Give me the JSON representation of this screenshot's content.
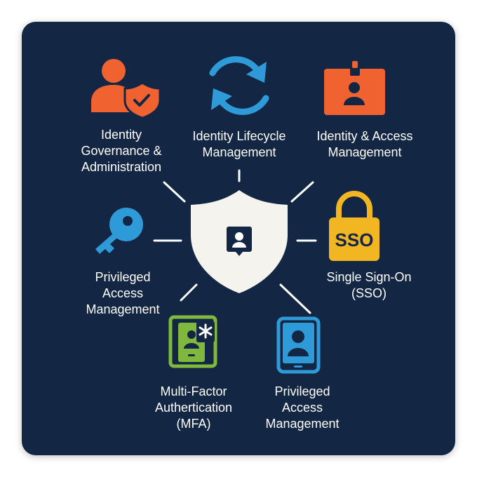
{
  "center": {
    "icon": "shield-user-icon"
  },
  "nodes": [
    {
      "id": "iga",
      "icon": "user-shield-icon",
      "color": "#f0622f",
      "label": "Identity\nGovernance &\nAdministration"
    },
    {
      "id": "ilm",
      "icon": "refresh-cycle-icon",
      "color": "#2e9ad8",
      "label": "Identity Lifecycle\nManagement"
    },
    {
      "id": "iam",
      "icon": "id-badge-icon",
      "color": "#f0622f",
      "label": "Identity & Access\nManagement"
    },
    {
      "id": "pam-left",
      "icon": "key-icon",
      "color": "#2e9ad8",
      "label": "Privileged\nAccess\nManagement"
    },
    {
      "id": "sso",
      "icon": "padlock-sso-icon",
      "color": "#f2b622",
      "label": "Single Sign-On\n(SSO)",
      "badge": "SSO"
    },
    {
      "id": "mfa",
      "icon": "phone-asterisk-icon",
      "color": "#7fb83c",
      "label": "Multi-Factor\nAuthertication\n(MFA)"
    },
    {
      "id": "pam-bottom",
      "icon": "tablet-user-icon",
      "color": "#2e9ad8",
      "label": "Privileged\nAccess\nManagement"
    }
  ]
}
